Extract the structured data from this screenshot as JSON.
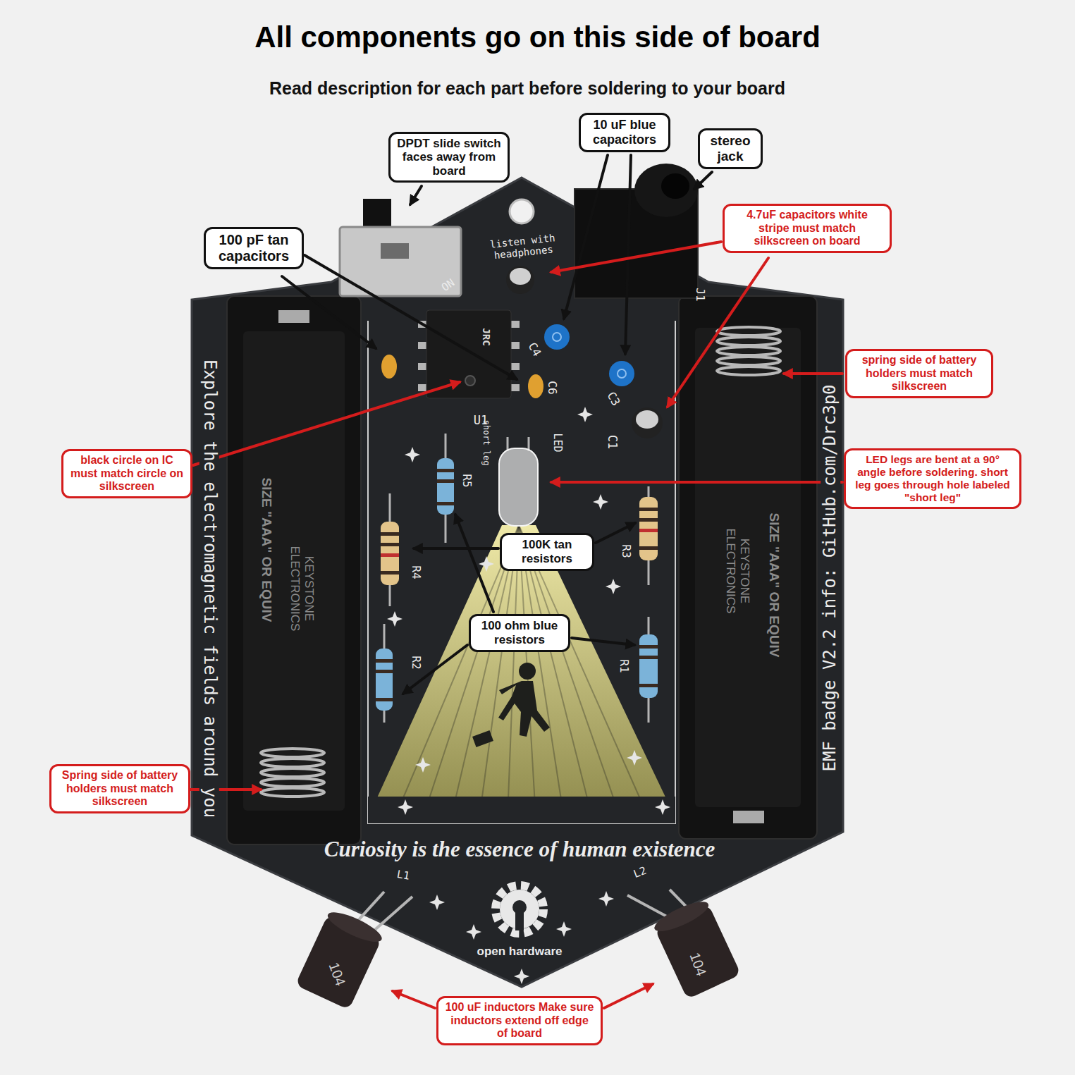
{
  "diagram": {
    "title": "All components go on this side of board",
    "nodes": [
      {
        "text": [
          "DPDT slide switch faces away from board"
        ]
      },
      {
        "text": [
          "10 uF blue capacitors"
        ]
      },
      {
        "text": [
          "stereo jack"
        ]
      },
      {
        "text": [
          "4.7uF capacitors white stripe must match silkscreen on board"
        ]
      },
      {
        "text": [
          "100 pF tan capacitors"
        ]
      },
      {
        "text": [
          "spring side of battery holders must match silkscreen"
        ]
      },
      {
        "text": [
          "black circle on IC must match circle on silkscreen"
        ]
      },
      {
        "text": [
          "LED legs are bent at a 90° angle before soldering. short leg goes through hole labeled \"short leg\""
        ]
      },
      {
        "text": [
          "100K tan resistors"
        ]
      },
      {
        "text": [
          "100 ohm blue resistors"
        ]
      },
      {
        "text": [
          "Spring side of battery holders must match silkscreen"
        ]
      },
      {
        "text": [
          "100 uF inductors Make sure inductors extend off edge of board"
        ]
      }
    ],
    "labels": [
      "Read description for each part before soldering to your board",
      "listen with headphones",
      "ON",
      "JRC",
      "C4",
      "C6",
      "C3",
      "U1",
      "C1",
      "short leg",
      "LED",
      "R5",
      "J1",
      "SIZE \"AAA\" OR EQUIV",
      "KEYSTONE ELECTRONICS",
      "SIZE \"AAA\" OR EQUIV",
      "KEYSTONE ELECTRONICS",
      "R4",
      "R3",
      "R2",
      "R1",
      "Explore the electromagnetic fields around you",
      "EMF badge V2.2 info: GitHub.com/Drc3p0",
      "Curiosity is the essence of human existence",
      "L1",
      "L2",
      "open hardware",
      "104",
      "104"
    ]
  }
}
